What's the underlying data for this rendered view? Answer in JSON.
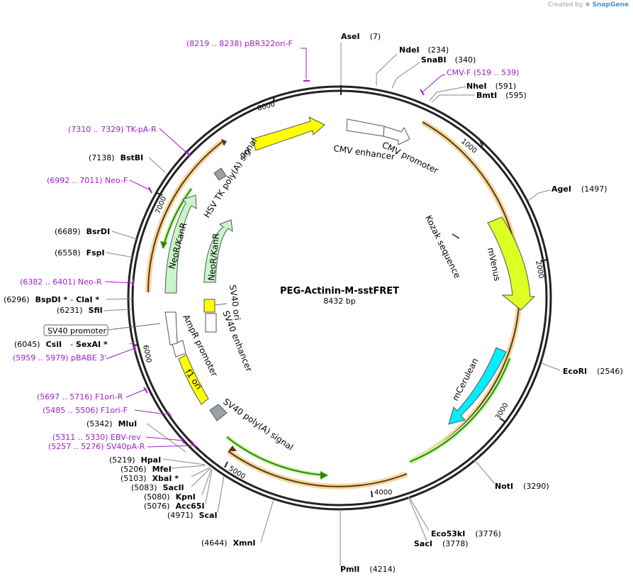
{
  "credit": {
    "prefix": "Created by",
    "brand": "SnapGene"
  },
  "plasmid": {
    "name": "PEG-Actinin-M-sstFRET",
    "size": "8432 bp",
    "length": 8432
  },
  "ticks": [
    "1000",
    "2000",
    "3000",
    "4000",
    "5000",
    "6000",
    "7000",
    "8000"
  ],
  "sites": [
    {
      "name": "AseI",
      "pos": "(7)"
    },
    {
      "name": "NdeI",
      "pos": "(234)"
    },
    {
      "name": "SnaBI",
      "pos": "(340)"
    },
    {
      "name": "NheI",
      "pos": "(591)"
    },
    {
      "name": "BmtI",
      "pos": "(595)"
    },
    {
      "name": "AgeI",
      "pos": "(1497)"
    },
    {
      "name": "EcoRI",
      "pos": "(2546)"
    },
    {
      "name": "NotI",
      "pos": "(3290)"
    },
    {
      "name": "Eco53kI",
      "pos": "(3776)"
    },
    {
      "name": "SacI",
      "pos": "(3778)"
    },
    {
      "name": "PmlI",
      "pos": "(4214)"
    },
    {
      "name": "XmnI",
      "pos": "(4644)"
    },
    {
      "name": "ScaI",
      "pos": "(4971)"
    },
    {
      "name": "Acc65I",
      "pos": "(5076)"
    },
    {
      "name": "KpnI",
      "pos": "(5080)"
    },
    {
      "name": "SacII",
      "pos": "(5083)"
    },
    {
      "name": "XbaI *",
      "pos": "(5103)"
    },
    {
      "name": "MfeI",
      "pos": "(5206)"
    },
    {
      "name": "HpaI",
      "pos": "(5219)"
    },
    {
      "name": "MluI",
      "pos": "(5342)"
    },
    {
      "name": "CsiI",
      "pos": "(6045)",
      "name2": "SexAI *"
    },
    {
      "name": "SfiI",
      "pos": "(6231)"
    },
    {
      "name": "BspDI *",
      "pos": "(6296)",
      "name2": "ClaI *"
    },
    {
      "name": "FspI",
      "pos": "(6558)"
    },
    {
      "name": "BsrDI",
      "pos": "(6689)"
    },
    {
      "name": "BstBI",
      "pos": "(7138)"
    }
  ],
  "primers": [
    "(8219 .. 8238)  pBR322ori-F",
    "CMV-F     (519 .. 539)",
    "(7310 .. 7329)  TK-pA-R",
    "(6992 .. 7011)  Neo-F",
    "(6382 .. 6401)  Neo-R",
    "(5959 .. 5979)  pBABE 3'",
    "(5697 .. 5716)  F1ori-R",
    "(5485 .. 5506)  F1ori-F",
    "(5311 .. 5330)  EBV-rev",
    "(5257 .. 5276)  SV40pA-R"
  ],
  "features": {
    "ori": "ori",
    "cmv_enhancer": "CMV enhancer",
    "cmv_promoter": "CMV promoter",
    "kozak": "Kozak sequence",
    "mvenus": "mVenus",
    "mcerulean": "mCerulean",
    "sv40_polya": "SV40 poly(A) signal",
    "f1_ori": "f1 ori",
    "ampr_promoter": "AmpR promoter",
    "sv40_promoter": "SV40 promoter",
    "neokanr_inner": "NeoR/KanR",
    "neokanr_outer": "NeoR/KanR",
    "sv40_ori": "SV40 ori",
    "sv40_enhancer": "SV40 enhancer",
    "hsv_tk": "HSV TK poly(A) signal"
  },
  "colors": {
    "backbone": "#222222",
    "primer": "#a020c8",
    "orf_band": "#f0c070",
    "orf_line": "#2a8a00",
    "orf_glow": "#b8f0a0",
    "ori_fill": "#ffff00",
    "mvenus_fill": "#ddff22",
    "mcerulean_fill": "#00eeff",
    "neokanr_fill": "#c8f5c8",
    "polya_fill": "#9aa0a8"
  }
}
